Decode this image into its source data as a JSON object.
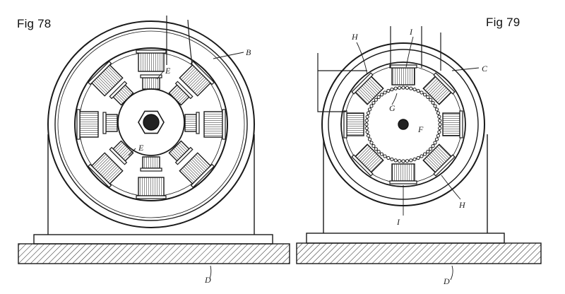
{
  "figures": {
    "fig78": {
      "title": "Fig 78",
      "labels": {
        "B": "B",
        "E_top": "E",
        "E_bottom": "E",
        "D": "D"
      }
    },
    "fig79": {
      "title": "Fig 79",
      "labels": {
        "H_top": "H",
        "I_top": "I",
        "C": "C",
        "G": "G",
        "F": "F",
        "H_bottom": "H",
        "I_bottom": "I",
        "D": "D"
      }
    }
  },
  "colors": {
    "ink": "#1a1a1a",
    "paper": "#ffffff"
  }
}
